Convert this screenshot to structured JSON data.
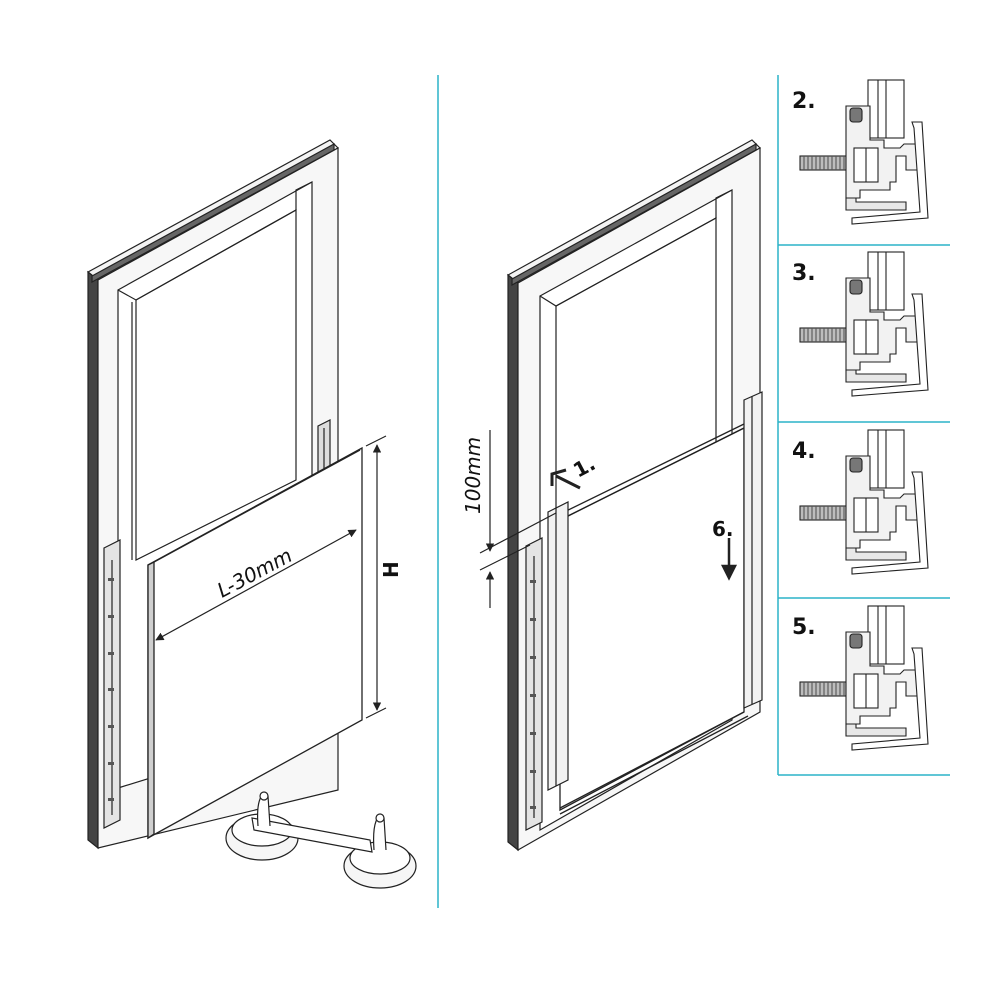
{
  "colors": {
    "divider": "#2bb3c8",
    "stroke": "#222222",
    "fill_light": "#f4f4f4",
    "fill_mid": "#e2e2e2",
    "fill_dark": "#555555"
  },
  "left_panel": {
    "width_label": "L-30mm",
    "height_label": "H",
    "icons": [
      "door-frame-icon",
      "glass-pane-icon",
      "suction-lifter-icon"
    ]
  },
  "middle_panel": {
    "offset_label": "100mm",
    "step_up_label": "1.",
    "step_down_label": "6.",
    "icons": [
      "door-frame-icon",
      "glass-pane-icon",
      "up-arrow-icon",
      "down-arrow-icon"
    ]
  },
  "detail_steps": [
    {
      "label": "2."
    },
    {
      "label": "3."
    },
    {
      "label": "4."
    },
    {
      "label": "5."
    }
  ]
}
